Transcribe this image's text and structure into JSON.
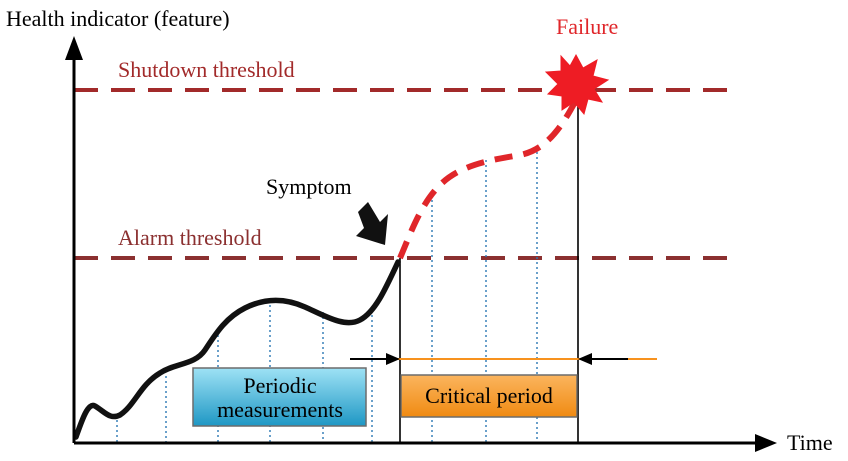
{
  "labels": {
    "y_axis": "Health indicator (feature)",
    "x_axis": "Time",
    "shutdown": "Shutdown threshold",
    "alarm": "Alarm threshold",
    "failure": "Failure",
    "symptom": "Symptom",
    "periodic_line1": "Periodic",
    "periodic_line2": "measurements",
    "critical": "Critical period"
  },
  "colors": {
    "axis": "#000000",
    "threshold": "#a22a2a",
    "threshold_text": "#a22a2a",
    "failure_text": "#e0262a",
    "health_curve": "#111111",
    "predicted_curve": "#e0262a",
    "burst": "#ee1c24",
    "periodic_box": "#3cb3d6",
    "critical_box": "#f7921e",
    "critical_line": "#f7921e",
    "measurement_lines": "#2a78b4"
  }
}
